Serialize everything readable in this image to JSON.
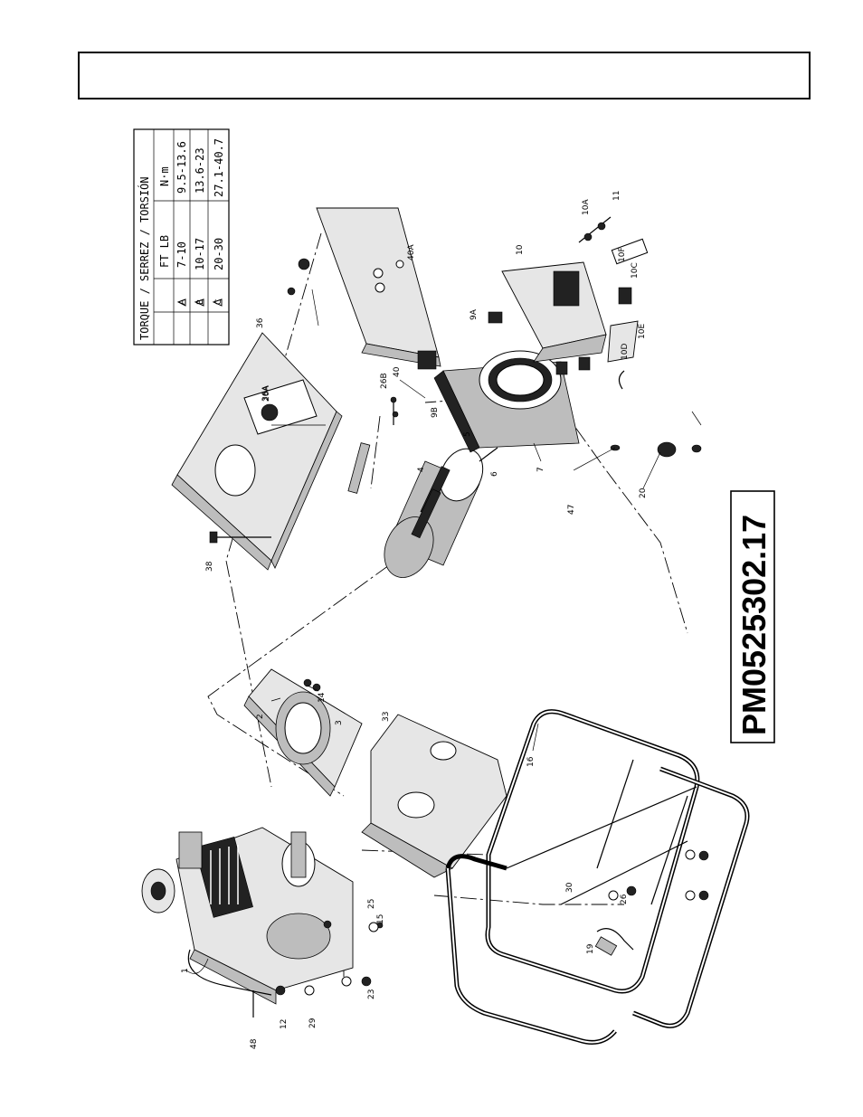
{
  "doc_number": "PM0525302.17",
  "torque_table": {
    "title": "TORQUE / SERREZ / TORSIÓN",
    "headers": [
      "FT LB",
      "N·m"
    ],
    "rows": [
      {
        "symbol": "A",
        "ft_lb": "7-10",
        "nm": "9.5-13.6"
      },
      {
        "symbol": "B",
        "ft_lb": "10-17",
        "nm": "13.6-23"
      },
      {
        "symbol": "C",
        "ft_lb": "20-30",
        "nm": "27.1-40.7"
      }
    ]
  },
  "part_labels": [
    "1",
    "2",
    "3",
    "4",
    "5",
    "6",
    "7",
    "9A",
    "9B",
    "10",
    "10A",
    "10C",
    "10D",
    "10E",
    "10F",
    "11",
    "12",
    "14",
    "15",
    "16",
    "19",
    "20",
    "23",
    "25",
    "26",
    "26A",
    "26B",
    "29",
    "30",
    "33",
    "36",
    "36A",
    "38",
    "40",
    "40A",
    "47",
    "48"
  ]
}
